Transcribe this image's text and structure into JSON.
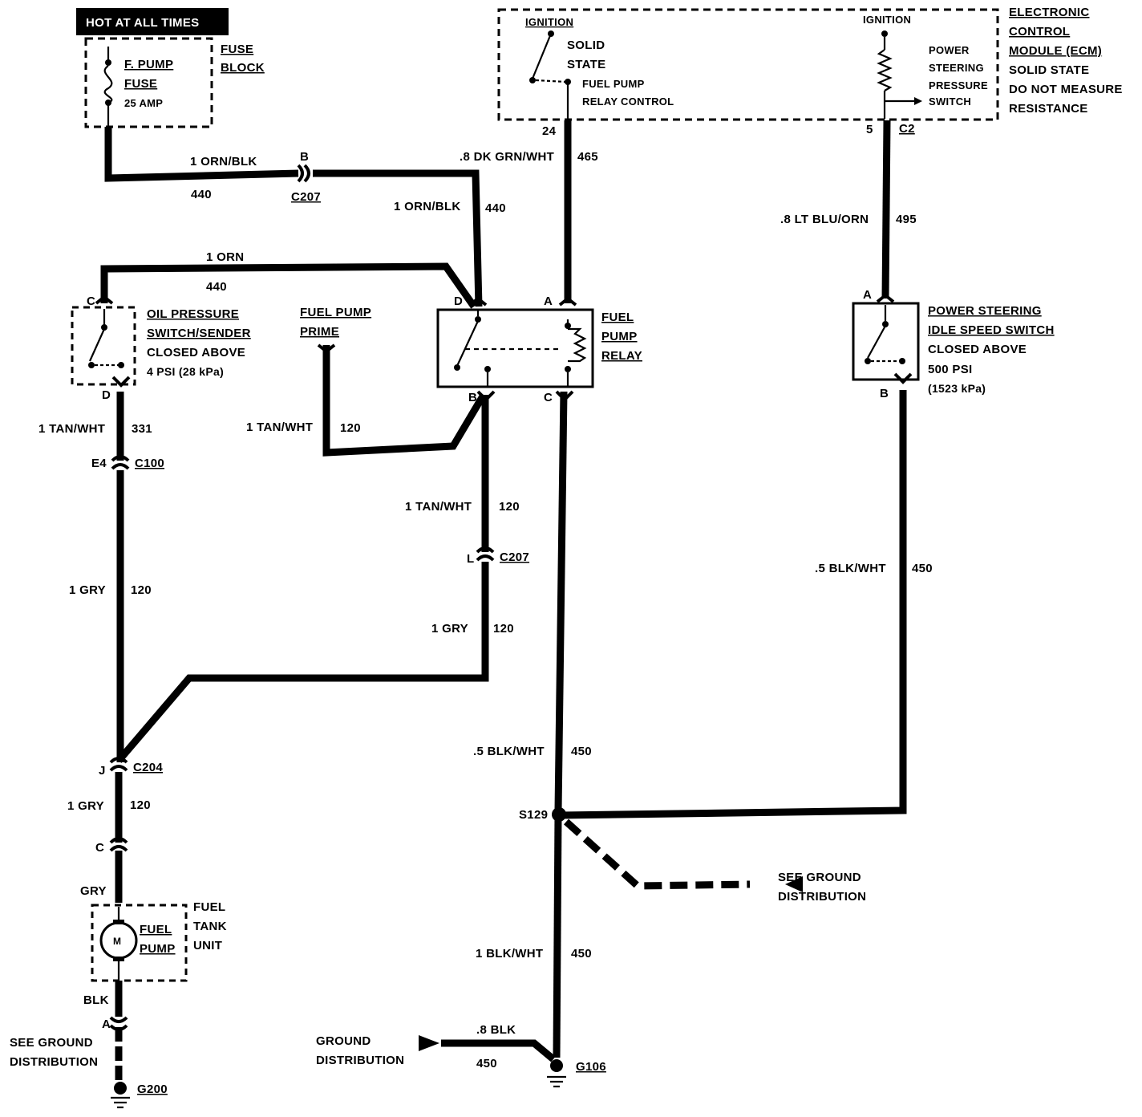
{
  "hot_label": "HOT AT ALL TIMES",
  "fuse_block": {
    "title_1": "FUSE",
    "title_2": "BLOCK",
    "fuse_1": "F. PUMP",
    "fuse_2": "FUSE",
    "rating": "25 AMP"
  },
  "ecm": {
    "title_1": "ELECTRONIC",
    "title_2": "CONTROL",
    "title_3": "MODULE (ECM)",
    "note_1": "SOLID STATE",
    "note_2": "DO NOT MEASURE",
    "note_3": "RESISTANCE",
    "ign_1": "IGNITION",
    "ign_2": "IGNITION",
    "solid_1": "SOLID",
    "solid_2": "STATE",
    "relay_ctrl_1": "FUEL PUMP",
    "relay_ctrl_2": "RELAY CONTROL",
    "ps_1": "POWER",
    "ps_2": "STEERING",
    "ps_3": "PRESSURE",
    "ps_4": "SWITCH",
    "pin_24": "24",
    "pin_5": "5",
    "conn_c2": "C2"
  },
  "oil_switch": {
    "title_1": "OIL PRESSURE",
    "title_2": "SWITCH/SENDER",
    "note_1": "CLOSED ABOVE",
    "note_2": "4 PSI (28 kPa)",
    "pin_c": "C",
    "pin_d": "D"
  },
  "prime": {
    "title_1": "FUEL PUMP",
    "title_2": "PRIME"
  },
  "relay": {
    "title_1": "FUEL",
    "title_2": "PUMP",
    "title_3": "RELAY",
    "pin_d": "D",
    "pin_a": "A",
    "pin_b": "B",
    "pin_c": "C"
  },
  "ps_idle": {
    "title_1": "POWER STEERING",
    "title_2": "IDLE SPEED SWITCH",
    "note_1": "CLOSED ABOVE",
    "note_2": "500 PSI",
    "note_3": "(1523 kPa)",
    "pin_a": "A",
    "pin_b": "B"
  },
  "tank": {
    "title_1": "FUEL",
    "title_2": "TANK",
    "title_3": "UNIT",
    "pump_1": "FUEL",
    "pump_2": "PUMP",
    "motor": "M"
  },
  "wires": {
    "w1_name": "1 ORN/BLK",
    "w1_num": "440",
    "c207_pin_b": "B",
    "c207_top": "C207",
    "w2_name": "1 ORN/BLK",
    "w2_num": "440",
    "w3_name": "1 ORN",
    "w3_num": "440",
    "w4_name": ".8 DK GRN/WHT",
    "w4_num": "465",
    "w5_name": ".8 LT BLU/ORN",
    "w5_num": "495",
    "w6_name": "1 TAN/WHT",
    "w6_num": "331",
    "c100_pin": "E4",
    "c100": "C100",
    "w7_name": "1 TAN/WHT",
    "w7_num": "120",
    "w8_name": "1 TAN/WHT",
    "w8_num": "120",
    "c207_pin_l": "L",
    "c207_mid": "C207",
    "w9_name": "1 GRY",
    "w9_num": "120",
    "w10_name": "1 GRY",
    "w10_num": "120",
    "c204_pin": "J",
    "c204": "C204",
    "w11_name": "1 GRY",
    "w11_num": "120",
    "c_pin": "C",
    "w12_name": "GRY",
    "w13_name": "BLK",
    "a_pin": "A",
    "w14_name": ".5 BLK/WHT",
    "w14_num": "450",
    "w15_name": ".5 BLK/WHT",
    "w15_num": "450",
    "splice": "S129",
    "w16_name": "1 BLK/WHT",
    "w16_num": "450",
    "w17_name": ".8 BLK",
    "w17_num": "450",
    "g106": "G106",
    "g200": "G200"
  },
  "ground_refs": {
    "left_1": "SEE GROUND",
    "left_2": "DISTRIBUTION",
    "right_1": "SEE GROUND",
    "right_2": "DISTRIBUTION",
    "bottom_1": "GROUND",
    "bottom_2": "DISTRIBUTION"
  }
}
